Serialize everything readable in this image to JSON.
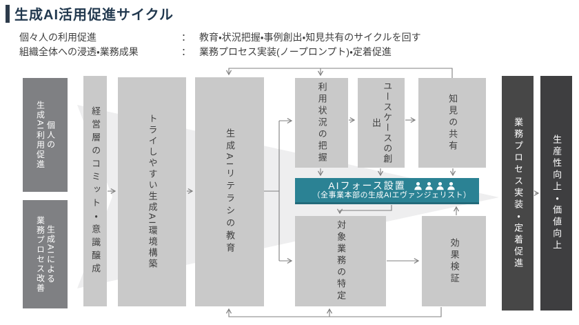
{
  "title": "生成AI活用促進サイクル",
  "subtitle": {
    "rows": [
      {
        "label": "個々人の利用促進",
        "colon": "：",
        "desc": "教育・状況把握・事例創出・知見共有のサイクルを回す"
      },
      {
        "label": "組織全体への浸透・業務成果",
        "colon": "：",
        "desc": "業務プロセス実装(ノープロンプト)・定着促進"
      }
    ]
  },
  "diagram": {
    "personal_promo": "個人の\n生成AI利用促進",
    "process_improve": "生成AIによる\n業務プロセス改善",
    "management_commit": "経営層のコミット・意識醸成",
    "easy_env": "トライしやすい生成AI環境構築",
    "literacy_edu": "生成AIリテラシの教育",
    "usage_grasp": "利用状況の把握",
    "usecase_create": "ユースケースの創出",
    "knowledge_share": "知見の共有",
    "ai_force": {
      "line1": "AIフォース設置",
      "line2": "（全事業本部の生成AIエヴァンジェリスト）",
      "person_icon_count": 4
    },
    "target_identify": "対象業務の特定",
    "effect_verify": "効果検証",
    "process_impl": "業務プロセス実装・定着促進",
    "productivity": "生産性向上・価値向上"
  },
  "colors": {
    "accent_navy": "#21384e",
    "teal": "#2b8294",
    "box_light_gray": "#c9c9c9",
    "box_mid_gray": "#7f8083",
    "box_dark_gray": "#474747",
    "box_darkest_gray": "#3e3e40",
    "arrow_gray": "#7f7f7f",
    "chevron_bg": "#eeeeef"
  }
}
